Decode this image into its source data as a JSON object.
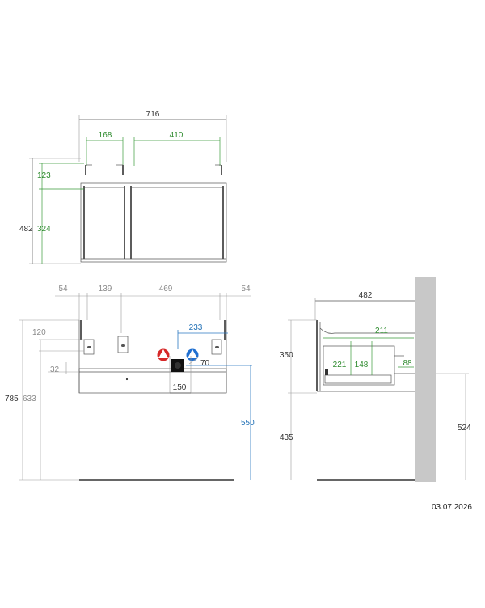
{
  "colors": {
    "black_dim": "#333333",
    "gray_dim": "#8a8a8a",
    "green_dim": "#2e8b2e",
    "blue_dim": "#1f6fb5",
    "hot_water": "#d62828",
    "cold_water": "#1f6fd0",
    "wall": "#c8c8c8"
  },
  "top_view": {
    "overall_width": "716",
    "left_compartment": "168",
    "right_compartment": "410",
    "depth": "482",
    "front_depth": "123",
    "rear_depth": "324"
  },
  "front_view": {
    "gap_left": "54",
    "bracket_spacing": "139",
    "center_span": "469",
    "gap_right": "54",
    "offset_top": "120",
    "overall_height": "785",
    "hanging_height": "633",
    "small_offset": "32",
    "pipe_offset": "233",
    "siphon_offset": "70",
    "siphon_width": "150",
    "drain_height": "550"
  },
  "side_view": {
    "depth": "482",
    "cabinet_height": "350",
    "inner_top": "211",
    "inner_a": "221",
    "inner_b": "148",
    "drawer_step": "88",
    "floor_clearance": "435",
    "wall_height": "524"
  },
  "date": "03.07.2026"
}
